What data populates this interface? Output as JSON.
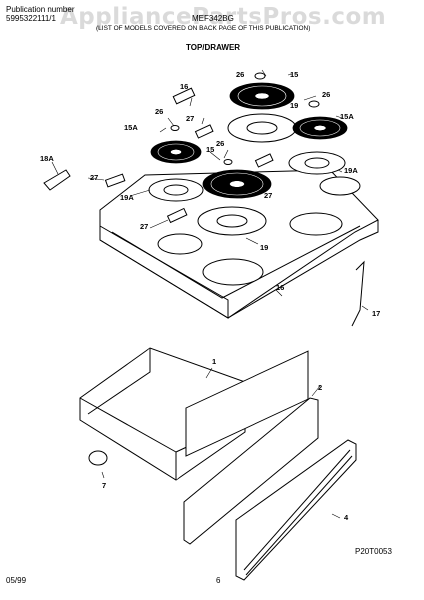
{
  "header": {
    "publication_label": "Publication number",
    "publication_number": "5995322111/1",
    "model": "MEF342BG",
    "subtitle": "(LIST OF MODELS COVERED ON BACK PAGE OF THIS PUBLICATION)",
    "section_title": "TOP/DRAWER"
  },
  "watermark": "AppliancePartsPros.com",
  "callouts": {
    "c1": "1",
    "c2": "2",
    "c4": "4",
    "c7": "7",
    "c15a": "15",
    "c15b": "15",
    "c15A_a": "15A",
    "c15A_b": "15A",
    "c16": "16",
    "c16b": "16",
    "c17": "17",
    "c18A": "18A",
    "c19a": "19",
    "c19b": "19",
    "c19A_a": "19A",
    "c19A_b": "19A",
    "c26a": "26",
    "c26b": "26",
    "c26c": "26",
    "c26d": "26",
    "c27a": "27",
    "c27b": "27",
    "c27c": "27",
    "c27d": "27"
  },
  "drawing_code": "P20T0053",
  "footer": {
    "date": "05/99",
    "page": "6"
  }
}
